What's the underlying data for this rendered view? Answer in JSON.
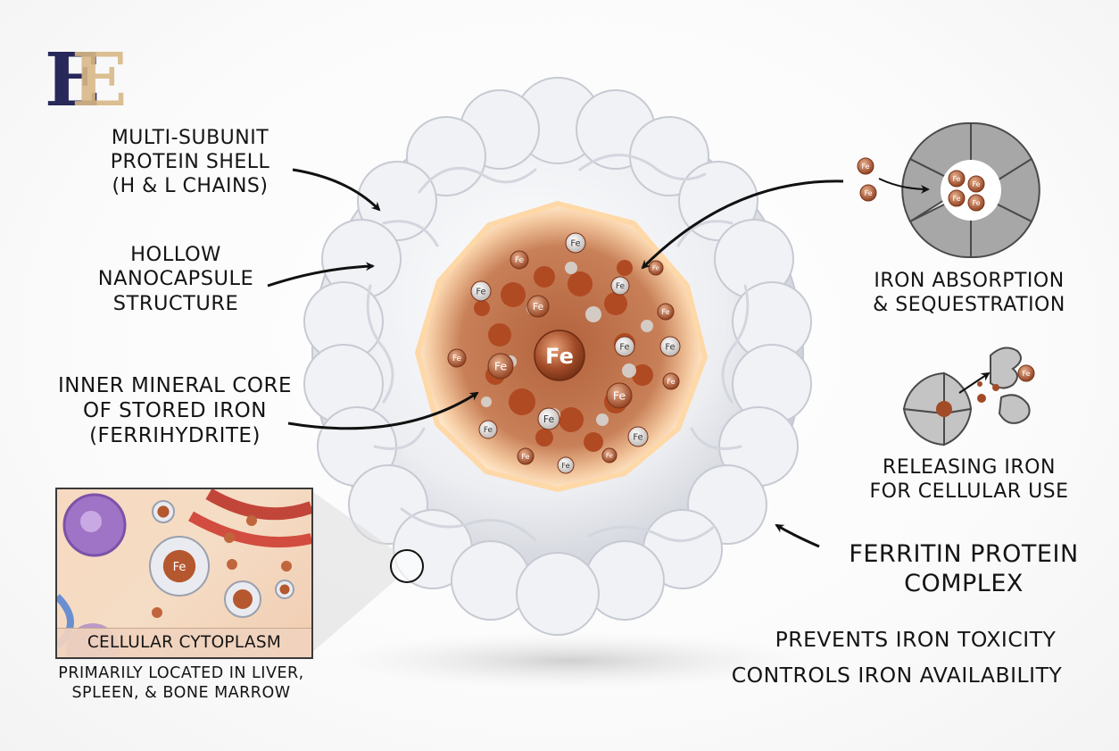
{
  "labels": {
    "shell": [
      "MULTI-SUBUNIT",
      "PROTEIN SHELL",
      "(H & L CHAINS)"
    ],
    "hollow": [
      "HOLLOW",
      "NANOCAPSULE",
      "STRUCTURE"
    ],
    "core": [
      "INNER MINERAL CORE",
      "OF STORED IRON",
      "(FERRIHYDRITE)"
    ],
    "absorb": [
      "IRON ABSORPTION",
      "& SEQUESTRATION"
    ],
    "release": [
      "RELEASING IRON",
      "FOR CELLULAR USE"
    ],
    "ferritin": [
      "FERRITIN PROTEIN",
      "COMPLEX"
    ],
    "prevents": "PREVENTS IRON TOXICITY",
    "controls": "CONTROLS IRON AVAILABILITY",
    "located": [
      "PRIMARILY LOCATED IN LIVER,",
      "SPLEEN, & BONE MARROW"
    ]
  },
  "inset": {
    "caption": "CELLULAR CYTOPLASM",
    "fe": "Fe"
  },
  "core": {
    "symbol": "Fe",
    "particle_symbol": "Fe"
  },
  "colors": {
    "iron": "#a8502c",
    "shell": "#f2f2f4",
    "logo_dark": "#28285a",
    "logo_gold": "#d8b886"
  }
}
